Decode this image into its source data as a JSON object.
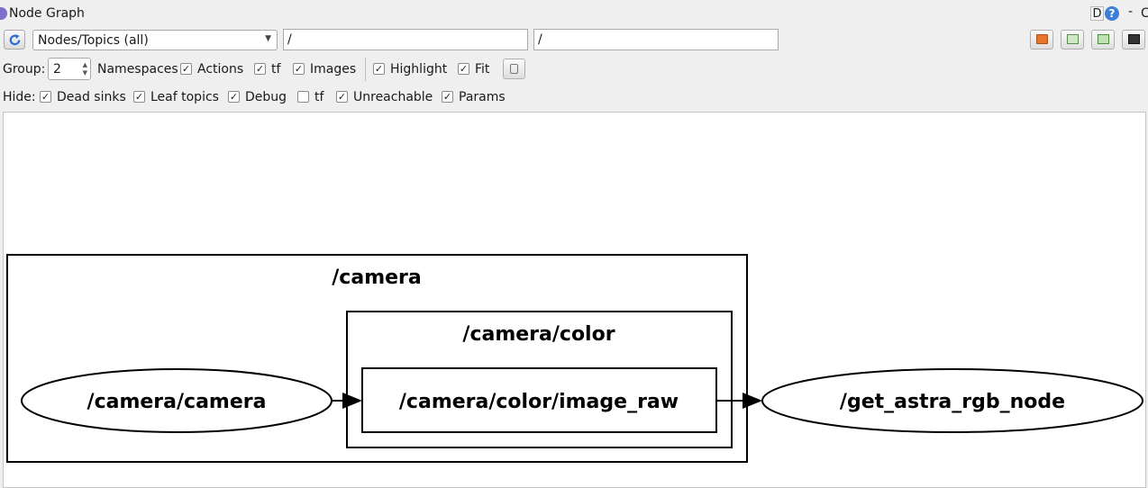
{
  "window": {
    "title": "Node Graph",
    "d_label": "D",
    "help_label": "?",
    "dash_label": "-",
    "right_fragment": "C"
  },
  "toolbar": {
    "refresh_icon": "refresh-icon",
    "graph_type": "Nodes/Topics (all)",
    "filter_nodes": "/",
    "filter_topics": "/",
    "buttons": [
      "load-icon",
      "save-dot-icon",
      "save-image-icon",
      "screenshot-icon"
    ]
  },
  "options": {
    "group_label": "Group:",
    "group_value": "2",
    "namespaces_label": "Namespaces",
    "actions": {
      "label": "Actions",
      "checked": true
    },
    "tf": {
      "label": "tf",
      "checked": true
    },
    "images": {
      "label": "Images",
      "checked": true
    },
    "highlight": {
      "label": "Highlight",
      "checked": true
    },
    "fit": {
      "label": "Fit",
      "checked": true
    }
  },
  "hide": {
    "label": "Hide:",
    "dead_sinks": {
      "label": "Dead sinks",
      "checked": true
    },
    "leaf_topics": {
      "label": "Leaf topics",
      "checked": true
    },
    "debug": {
      "label": "Debug",
      "checked": true
    },
    "tf": {
      "label": "tf",
      "checked": false
    },
    "unreachable": {
      "label": "Unreachable",
      "checked": true
    },
    "params": {
      "label": "Params",
      "checked": true
    }
  },
  "graph": {
    "cluster_outer": "/camera",
    "cluster_inner": "/camera/color",
    "node_source": "/camera/camera",
    "topic": "/camera/color/image_raw",
    "node_sink": "/get_astra_rgb_node"
  },
  "check_mark": "✓"
}
